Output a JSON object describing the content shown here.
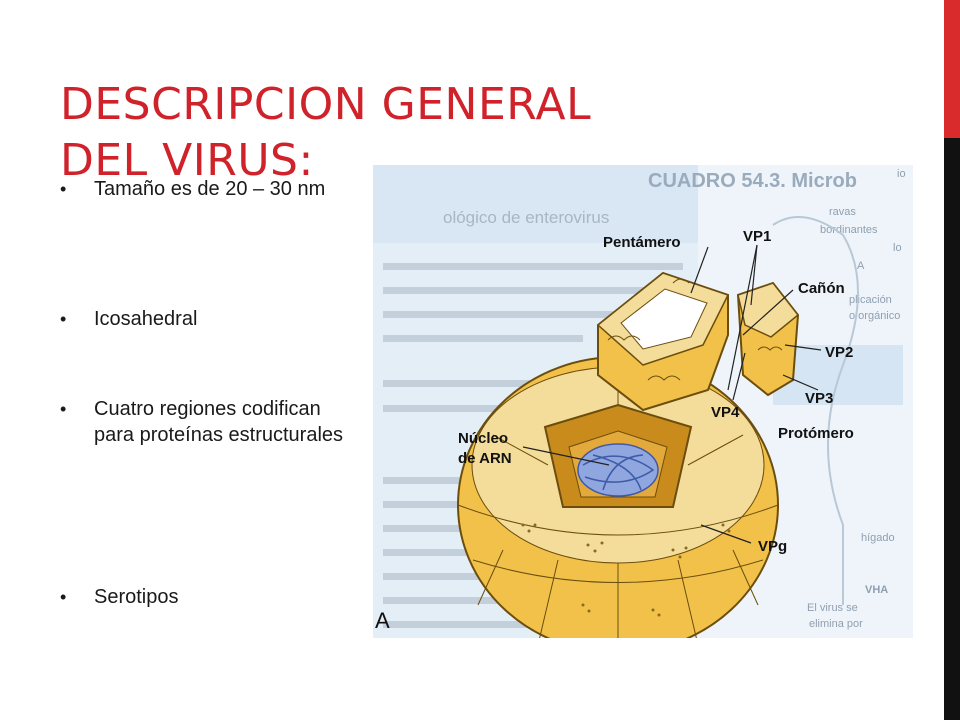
{
  "slide": {
    "title_line1": "DESCRIPCION GENERAL",
    "title_line2": "DEL VIRUS:",
    "bullets": [
      "Tamaño es de 20 – 30 nm",
      "Icosahedral",
      "Cuatro regiones codifican para proteínas estructurales",
      "Serotipos"
    ]
  },
  "figure": {
    "labels": {
      "pentamero": "Pentámero",
      "vp1": "VP1",
      "canon": "Cañón",
      "vp2": "VP2",
      "vp3": "VP3",
      "vp4": "VP4",
      "protomero": "Protómero",
      "nucleo_line1": "Núcleo",
      "nucleo_line2": "de ARN",
      "vpg": "VPg",
      "panel": "A"
    },
    "background_text": {
      "heading1": "CUADRO 54.3. Microb",
      "heading2": "ológico de enterovirus",
      "right_col": [
        "io",
        "ravas",
        "bordinantes",
        "lo",
        "A",
        "plicación",
        "o orgánico",
        "hígado",
        "VHA",
        "El virus se",
        "elimina por"
      ]
    }
  },
  "colors": {
    "title": "#d0222a",
    "accent_bar": "#d92b2b",
    "capsid_light": "#f4dc9a",
    "capsid_mid": "#f2c14a",
    "capsid_dark": "#c98b1c",
    "rna": "#8fa6df",
    "page_tint": "#e7f0f8"
  }
}
